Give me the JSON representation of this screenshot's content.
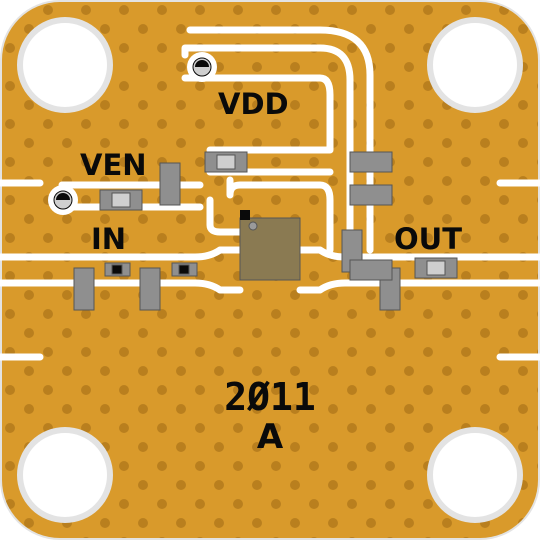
{
  "board": {
    "colors": {
      "board_edge": "#e3e3e3",
      "copper": "#d99a2b",
      "copper_dot": "#b97f1e",
      "trace_gap": "#ffffff",
      "component_body": "#8f8f8f",
      "component_pad": "#cfcfcf",
      "chip_body": "#8a7a52",
      "silkscreen": "#0a0a0a"
    }
  },
  "labels": {
    "vdd": "VDD",
    "ven": "VEN",
    "in": "IN",
    "out": "OUT",
    "revision_year": "2Ø11",
    "revision_letter": "A"
  }
}
